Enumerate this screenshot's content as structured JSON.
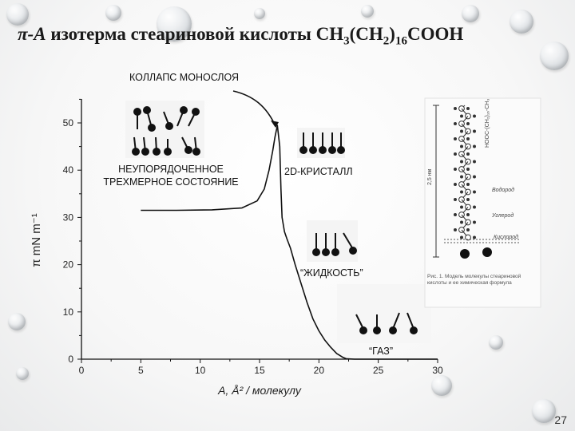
{
  "title": {
    "prefix": "π-A",
    "main": "изотерма стеариновой кислоты CH",
    "sub1": "3",
    "mid1": "(CH",
    "sub2": "2",
    "mid2": ")",
    "sub3": "16",
    "suffix": "COOH"
  },
  "annotations": {
    "collapse": "КОЛЛАПС МОНОСЛОЯ",
    "disordered_line1": "НЕУПОРЯДОЧЕННОЕ",
    "disordered_line2": "ТРЕХМЕРНОЕ СОСТОЯНИЕ",
    "crystal": "2D-КРИСТАЛЛ",
    "liquid": "“ЖИДКОСТЬ”",
    "gas": "“ГАЗ”"
  },
  "page_number": "27",
  "chart_data": {
    "type": "line",
    "xlabel": "A, Å² / молекулу",
    "ylabel": "π mN m⁻¹",
    "xlim": [
      0,
      30
    ],
    "ylim": [
      0,
      55
    ],
    "x_ticks": [
      "0",
      "5",
      "10",
      "15",
      "20",
      "25",
      "30"
    ],
    "y_ticks": [
      "0",
      "10",
      "20",
      "30",
      "40",
      "50"
    ],
    "series": [
      {
        "x": [
          5.0,
          8.0,
          11.0,
          13.5,
          14.8,
          15.4,
          15.8,
          16.1,
          16.3,
          16.5,
          16.7,
          16.8,
          16.9,
          17.1,
          17.3,
          17.6,
          18.0,
          18.5,
          19.0,
          19.5,
          20.0,
          20.5,
          21.0,
          21.5,
          22.0,
          22.3,
          23.0,
          25.0,
          28.0,
          30.0
        ],
        "y": [
          31.5,
          31.5,
          31.6,
          32.0,
          33.5,
          36.0,
          40.0,
          44.0,
          47.0,
          49.5,
          45.0,
          36.0,
          30.0,
          27.0,
          25.5,
          23.5,
          20.0,
          16.0,
          12.0,
          8.5,
          6.0,
          4.0,
          2.5,
          1.2,
          0.4,
          0.1,
          0.0,
          0.0,
          0.0,
          0.0
        ]
      }
    ]
  },
  "reference_figure": {
    "labels": [
      "HOOC-(CH₂)₁₆-CH₃",
      "2,5 нм",
      "Водород",
      "Углерод",
      "Кислород"
    ],
    "caption": "Рис. 1. Модель молекулы стеариновой кислоты и ее химическая формула"
  }
}
